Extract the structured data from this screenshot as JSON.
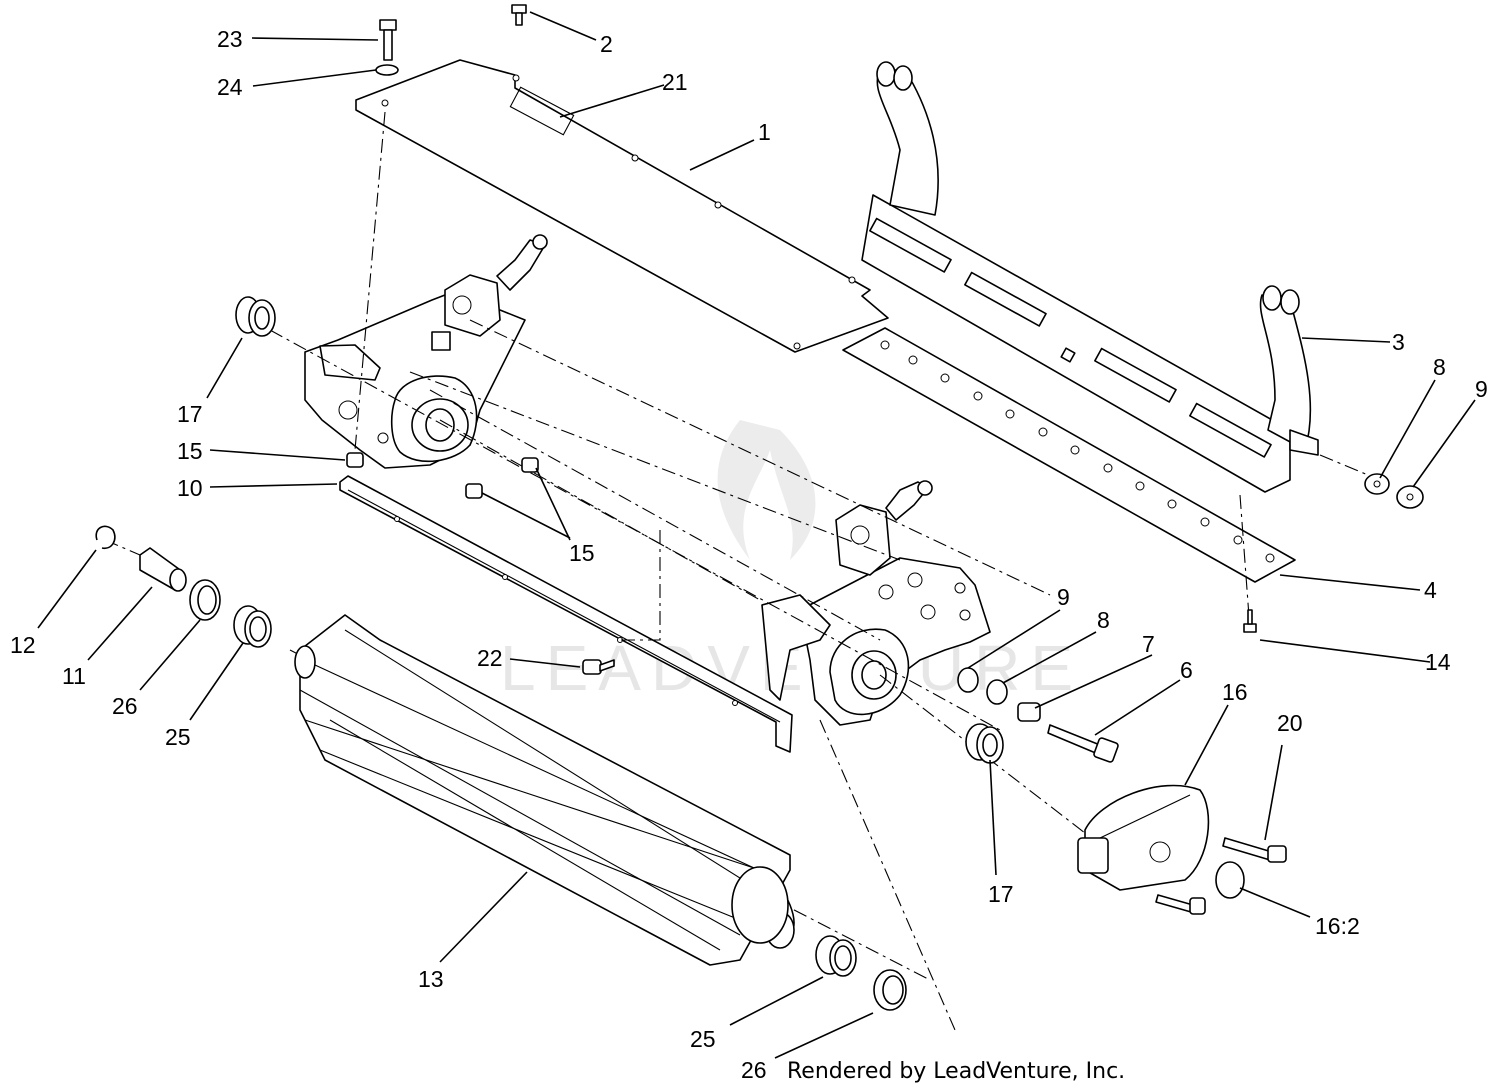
{
  "diagram": {
    "callouts": {
      "c1": "1",
      "c2": "2",
      "c3": "3",
      "c4": "4",
      "c6": "6",
      "c7": "7",
      "c8a": "8",
      "c8b": "8",
      "c9a": "9",
      "c9b": "9",
      "c10": "10",
      "c11": "11",
      "c12": "12",
      "c13": "13",
      "c14": "14",
      "c15a": "15",
      "c15b": "15",
      "c16": "16",
      "c16_2": "16:2",
      "c17a": "17",
      "c17b": "17",
      "c20": "20",
      "c21": "21",
      "c22": "22",
      "c23": "23",
      "c24": "24",
      "c25a": "25",
      "c25b": "25",
      "c26a": "26",
      "c26b": "26"
    },
    "credit": "Rendered by LeadVenture, Inc.",
    "watermark": "LEADVENTURE"
  }
}
